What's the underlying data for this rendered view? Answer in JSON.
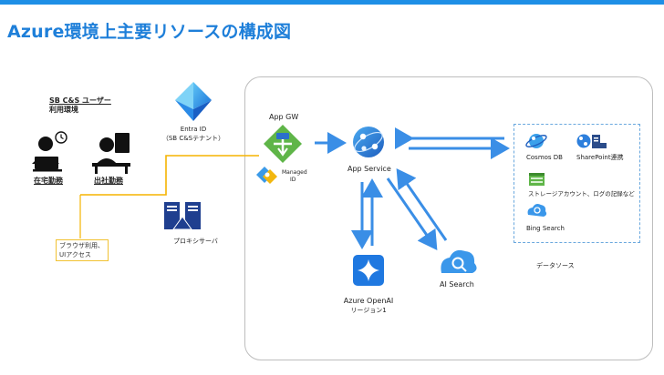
{
  "title": "Azure環境上主要リソースの構成図",
  "user_env": {
    "heading_line1": "SB C&S ユーザー",
    "heading_line2": "利用環境"
  },
  "users": {
    "remote": "在宅勤務",
    "office": "出社勤務"
  },
  "note": {
    "line1": "ブラウザ利用、",
    "line2": "UIアクセス"
  },
  "entra": {
    "line1": "Entra ID",
    "line2": "（SB C&Sテナント）"
  },
  "proxy": {
    "label": "プロキシサーバ"
  },
  "appgw": {
    "label": "App GW"
  },
  "managed_id": {
    "line1": "Managed",
    "line2": "ID"
  },
  "app_service": {
    "label": "App Service"
  },
  "openai": {
    "line1": "Azure OpenAI",
    "line2": "リージョン1"
  },
  "ai_search": {
    "label": "AI Search"
  },
  "datasource": {
    "cosmos": "Cosmos DB",
    "sharepoint": "SharePoint連携",
    "storage": "ストレージアカウント、ログの記録など",
    "bing": "Bing Search",
    "label": "データソース"
  },
  "colors": {
    "accent": "#1e7fd9",
    "arrow": "#3a8ee6",
    "line": "#f5b301",
    "frame": "#bdbdbd"
  }
}
